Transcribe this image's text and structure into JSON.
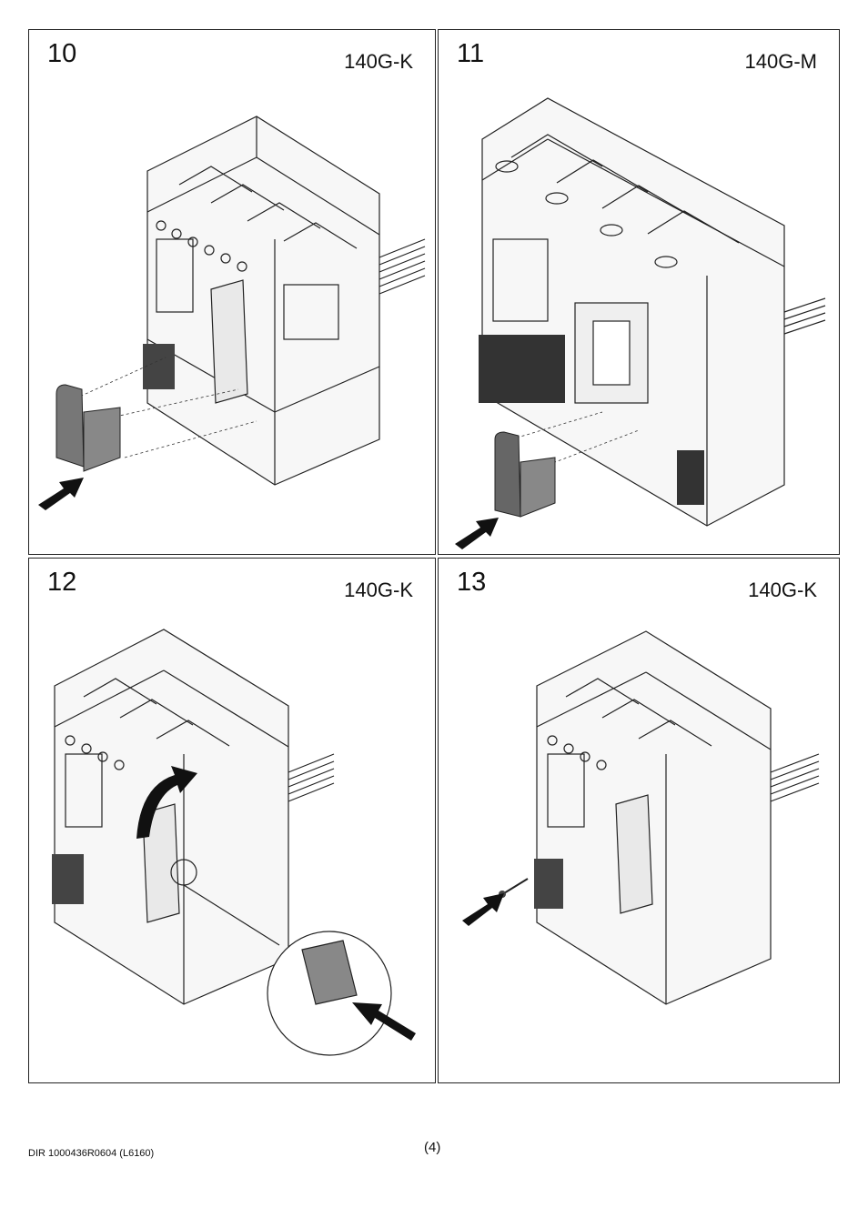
{
  "panels": [
    {
      "step": "10",
      "model": "140G-K"
    },
    {
      "step": "11",
      "model": "140G-M"
    },
    {
      "step": "12",
      "model": "140G-K"
    },
    {
      "step": "13",
      "model": "140G-K"
    }
  ],
  "footer": {
    "document_code": "DIR 1000436R0604 (L6160)",
    "page_number": "(4)"
  }
}
